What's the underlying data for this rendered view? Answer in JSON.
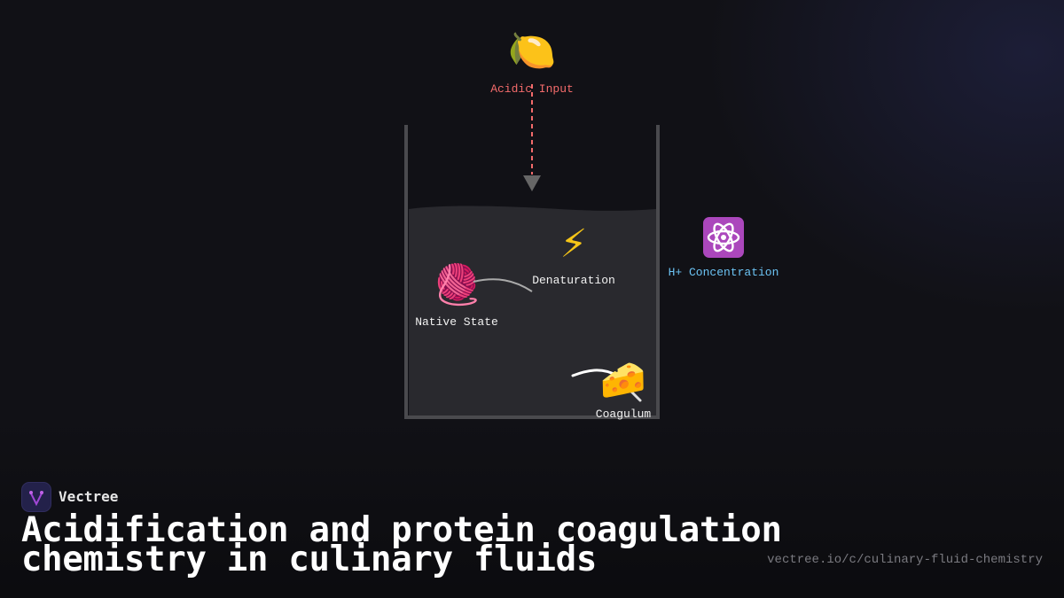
{
  "diagram": {
    "input": {
      "icon": "lemon-icon",
      "glyph": "🍋",
      "label": "Acidic Input",
      "color": "#f36b6b"
    },
    "native": {
      "icon": "yarn-ball-icon",
      "glyph": "🧶",
      "label": "Native State"
    },
    "denaturation": {
      "icon": "lightning-icon",
      "glyph": "⚡",
      "label": "Denaturation"
    },
    "coagulum": {
      "icon": "cheese-icon",
      "glyph": "🧀",
      "label": "Coagulum"
    },
    "concentration": {
      "icon": "atom-icon",
      "glyph": "⚛️",
      "label": "H+ Concentration",
      "color": "#6cc4f5"
    }
  },
  "footer": {
    "brand": "Vectree",
    "title": "Acidification and protein coagulation\nchemistry in culinary fluids",
    "url": "vectree.io/c/culinary-fluid-chemistry"
  },
  "colors": {
    "background": "#111116",
    "beaker": "#4a4a4e",
    "liquid": "#29292e",
    "arrow": "#666666",
    "dashed_line": "#f36b6b",
    "brand_logo": "#23214a",
    "logo_accent": "#a147d6"
  }
}
